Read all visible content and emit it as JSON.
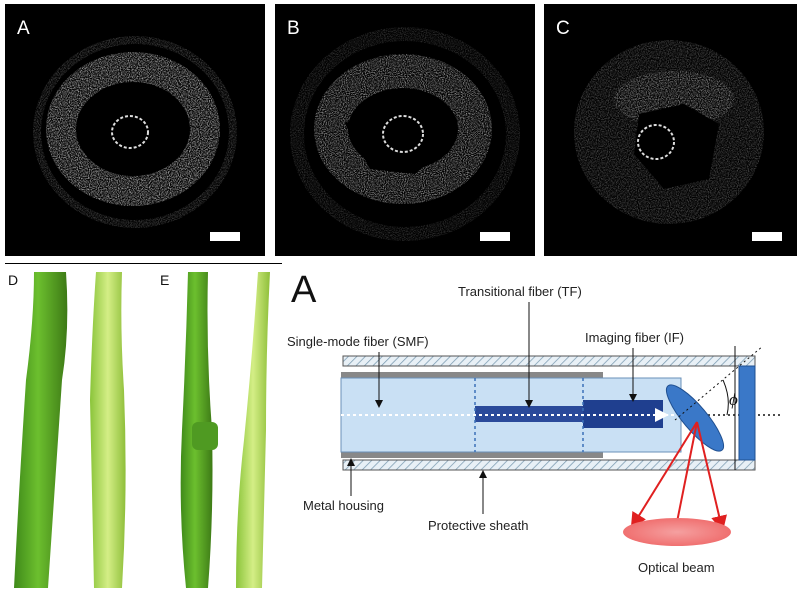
{
  "panels": {
    "a": "A",
    "b": "B",
    "c": "C",
    "d": "D",
    "e": "E"
  },
  "diagram": {
    "panel_label": "A",
    "labels": {
      "transitional_fiber": "Transitional fiber (TF)",
      "single_mode_fiber": "Single-mode fiber (SMF)",
      "imaging_fiber": "Imaging fiber (IF)",
      "metal_housing": "Metal housing",
      "protective_sheath": "Protective sheath",
      "optical_beam": "Optical beam",
      "angle": "ϕ"
    }
  },
  "colors": {
    "vessel_green_dark": "#5aa82a",
    "vessel_green_light": "#a9d94a",
    "fiber_light_blue": "#bfd9f0",
    "fiber_dark_blue": "#1f3f8f",
    "beam_red": "#e02020",
    "prism_blue": "#3a78c8"
  }
}
